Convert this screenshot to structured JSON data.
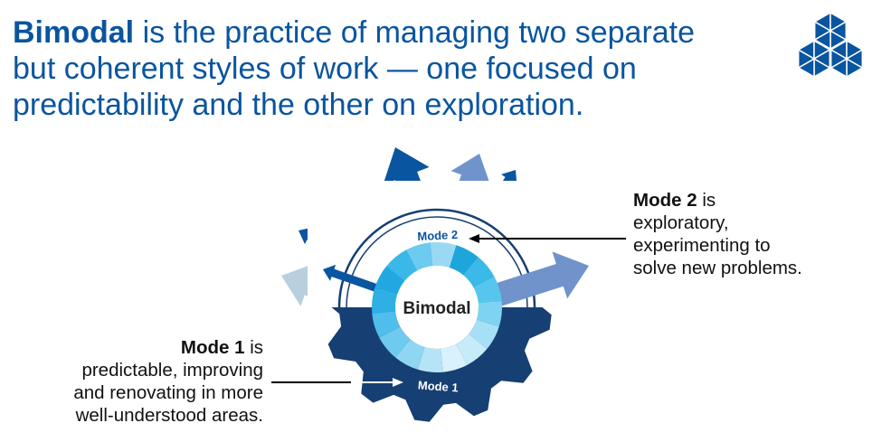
{
  "title": {
    "bold": "Bimodal",
    "rest": " is the practice of managing two separate but coherent styles of work — one focused on predictability and the other on exploration."
  },
  "diagram": {
    "center_label": "Bimodal",
    "mode2_label": "Mode 2",
    "mode1_label": "Mode 1"
  },
  "mode2_note": {
    "bold": "Mode 2",
    "line1_rest": " is",
    "lines": [
      "exploratory,",
      "experimenting to",
      "solve new problems."
    ]
  },
  "mode1_note": {
    "bold": "Mode 1",
    "line1_rest": " is",
    "lines": [
      "predictable, improving",
      "and renovating in more",
      "well-understood areas."
    ]
  },
  "colors": {
    "title": "#0a55a0",
    "gear": "#163f73",
    "dark_arrow": "#0a55a0",
    "mid_arrow": "#7093cb",
    "pale_arrow": "#b8cfdd",
    "logo": "#0a55a0"
  }
}
